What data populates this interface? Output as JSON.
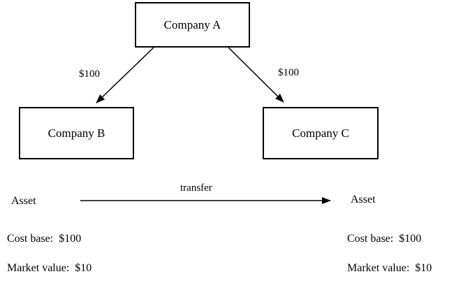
{
  "diagram": {
    "companies": {
      "a": "Company A",
      "b": "Company B",
      "c": "Company C"
    },
    "edge_labels": {
      "a_to_b_amount": "$100",
      "a_to_c_amount": "$100",
      "transfer": "transfer"
    },
    "left_asset": {
      "title": "Asset",
      "cost_base": "Cost base:  $100",
      "market_value": "Market value:  $10"
    },
    "right_asset": {
      "title": "Asset",
      "cost_base": "Cost base:  $100",
      "market_value": "Market value:  $10"
    },
    "colors": {
      "line": "#000000",
      "background": "#ffffff",
      "box_border": "#000000",
      "text": "#000000"
    }
  }
}
